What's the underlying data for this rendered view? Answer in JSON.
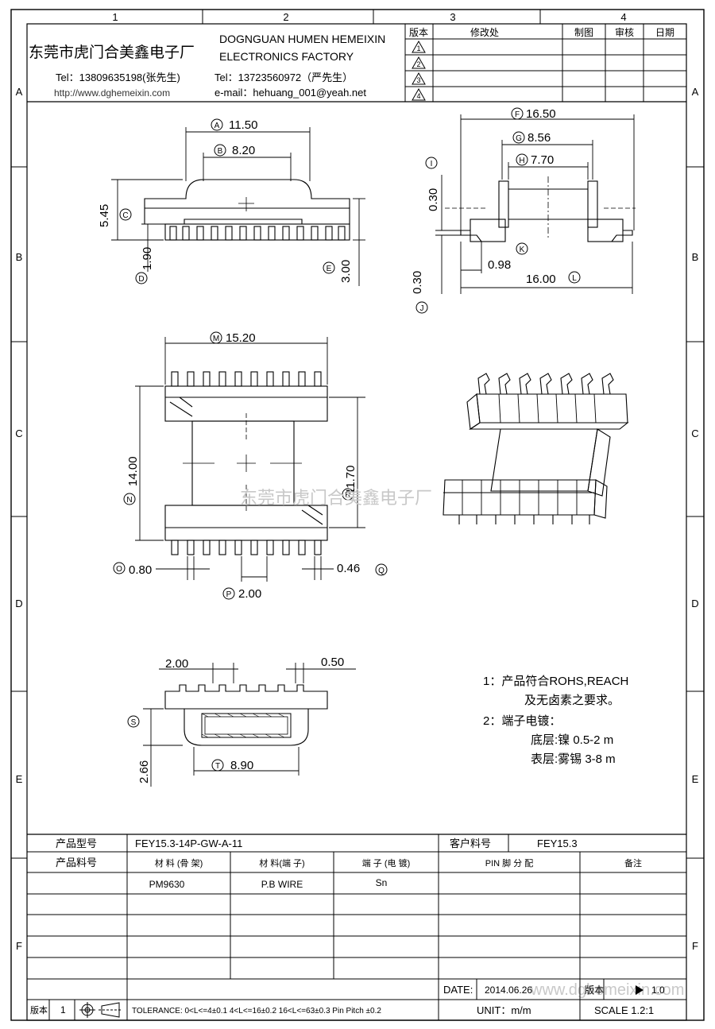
{
  "zones": {
    "cols": [
      "1",
      "2",
      "3",
      "4"
    ],
    "rows": [
      "A",
      "B",
      "C",
      "D",
      "E",
      "F"
    ]
  },
  "company": {
    "name_cn": "东莞市虎门合美鑫电子厂",
    "name_en1": "DOGNGUAN HUMEN HEMEIXIN",
    "name_en2": "ELECTRONICS FACTORY",
    "tel1": "Tel：13809635198(张先生)",
    "tel2": "Tel：13723560972（严先生）",
    "web": "http://www.dghemeixin.com",
    "email": "e-mail：hehuang_001@yeah.net"
  },
  "revision_table": {
    "headers": {
      "rev": "版本",
      "change": "修改处",
      "drawn": "制图",
      "checked": "审核",
      "date": "日期"
    },
    "rows": [
      "1",
      "2",
      "3",
      "4"
    ]
  },
  "dimensions": {
    "A": "11.50",
    "B": "8.20",
    "C": "5.45",
    "D": "1.90",
    "E": "3.00",
    "F": "16.50",
    "G": "8.56",
    "H": "7.70",
    "I": "0.30",
    "J": "0.30",
    "K": "0.98",
    "L": "16.00",
    "M": "15.20",
    "N": "14.00",
    "R": "11.70",
    "O": "0.80",
    "P": "2.00",
    "Q": "0.46",
    "top_left": "2.00",
    "top_right": "0.50",
    "S": "2.66",
    "T": "8.90"
  },
  "letters": [
    "A",
    "B",
    "C",
    "D",
    "E",
    "F",
    "G",
    "H",
    "I",
    "J",
    "K",
    "L",
    "M",
    "N",
    "O",
    "P",
    "Q",
    "R",
    "S",
    "T"
  ],
  "watermark": "东莞市虎门合美鑫电子厂",
  "watermark2": "www.dghemeixin.com",
  "notes": {
    "line1": "1：产品符合ROHS,REACH",
    "line2": "及无卤素之要求。",
    "line3": "2：端子电镀：",
    "line4": "底层:镍 0.5-2 m",
    "line5": "表层:雾锡 3-8 m"
  },
  "title_block": {
    "model_label": "产品型号",
    "model_value": "FEY15.3-14P-GW-A-11",
    "customer_pn_label": "客户料号",
    "customer_pn_value": "FEY15.3",
    "part_no_label": "产品料号",
    "material_bobbin_label": "材 料 (骨 架)",
    "material_pin_label": "材 料(端 子)",
    "plating_label": "端 子 (电 镀)",
    "pin_label": "PIN 脚 分 配",
    "remark_label": "备注",
    "material_bobbin": "PM9630",
    "material_pin": "P.B WIRE",
    "plating": "Sn",
    "date_label": "DATE:",
    "date_value": "2014.06.26",
    "version_label": "版本",
    "version_value": "1.0",
    "rev_label": "版本",
    "rev_value": "1",
    "tolerance": "TOLERANCE:  0<L<=4±0.1  4<L<=16±0.2  16<L<=63±0.3  Pin Pitch  ±0.2",
    "unit": "UNIT：m/m",
    "scale": "SCALE  1.2:1"
  }
}
